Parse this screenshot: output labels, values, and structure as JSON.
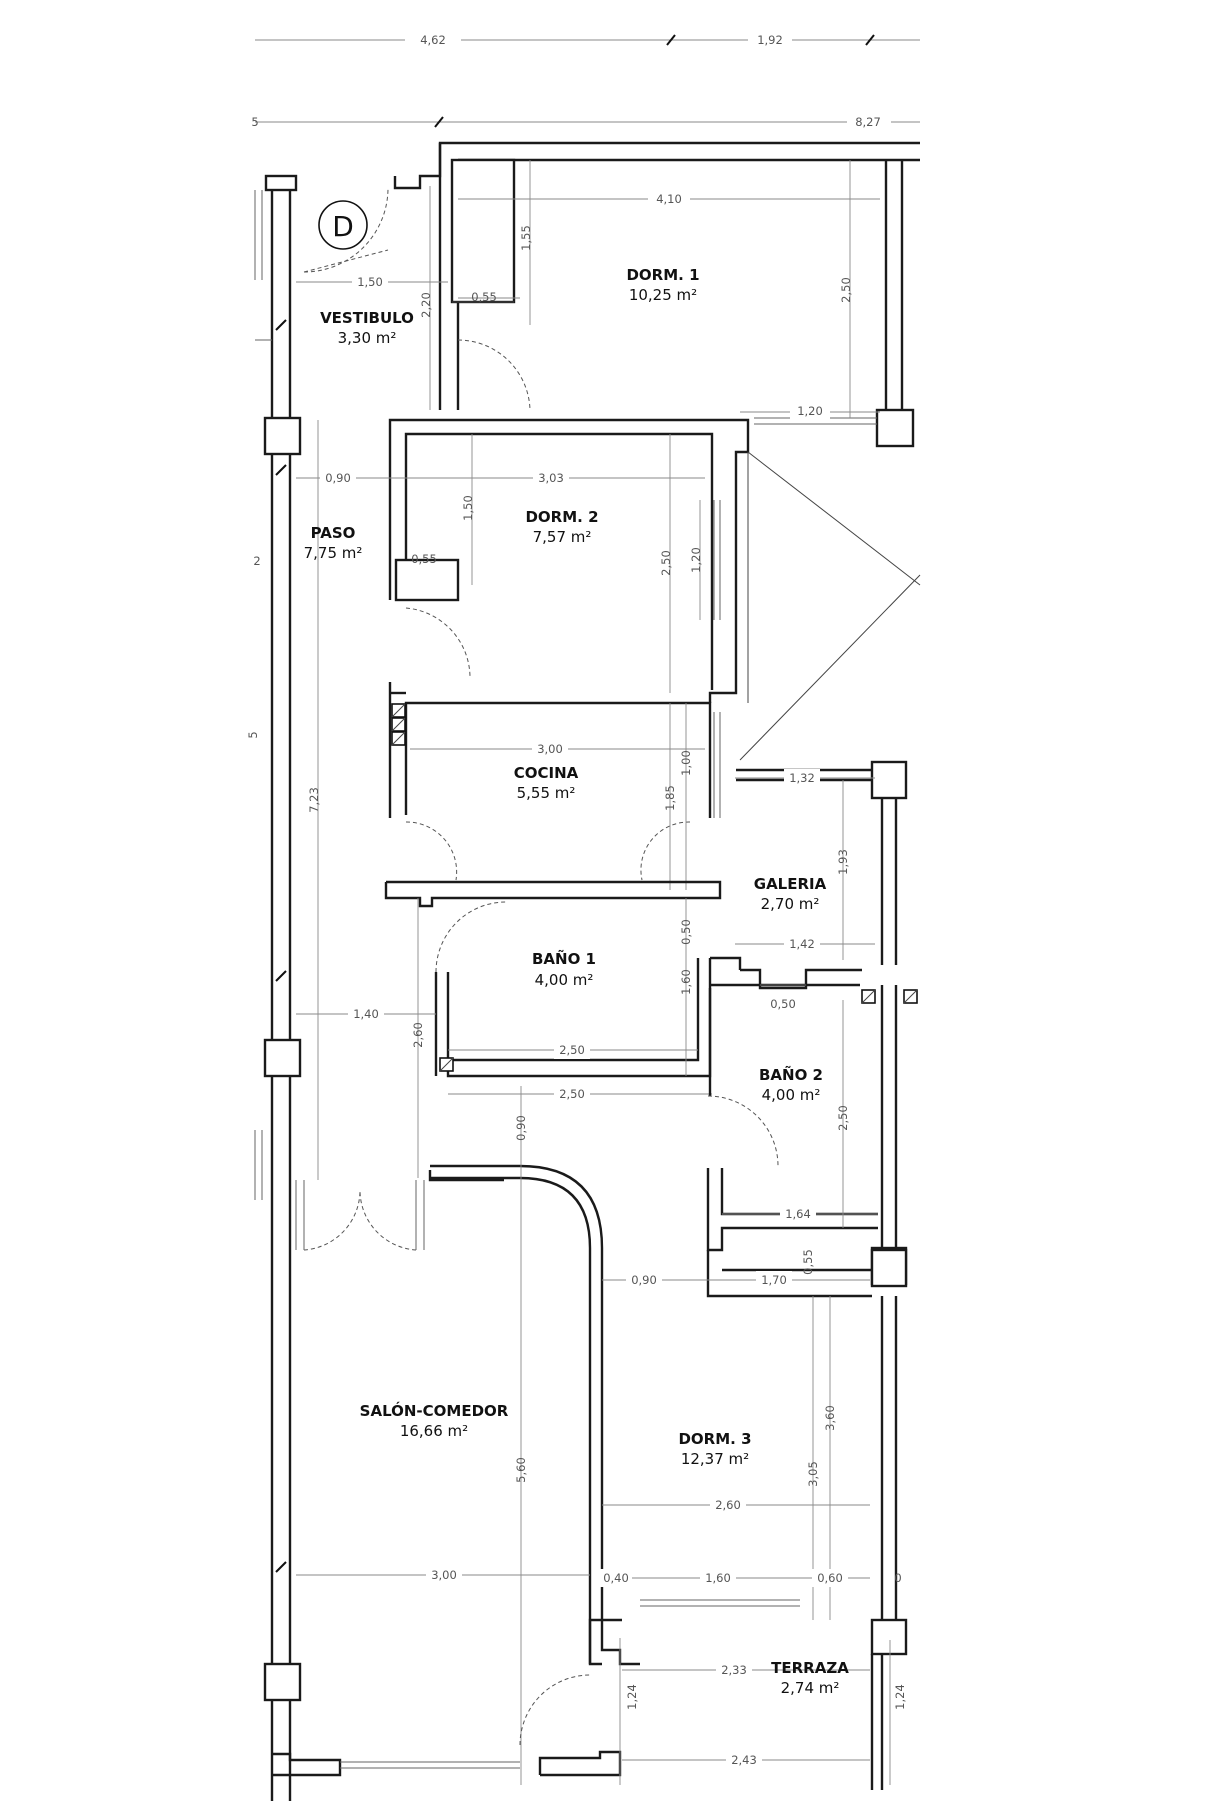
{
  "unit_marker": "D",
  "rooms": [
    {
      "id": "dorm1",
      "name": "DORM. 1",
      "area": "10,25 m²"
    },
    {
      "id": "vestibulo",
      "name": "VESTIBULO",
      "area": "3,30 m²"
    },
    {
      "id": "paso",
      "name": "PASO",
      "area": "7,75 m²"
    },
    {
      "id": "dorm2",
      "name": "DORM. 2",
      "area": "7,57 m²"
    },
    {
      "id": "cocina",
      "name": "COCINA",
      "area": "5,55 m²"
    },
    {
      "id": "galeria",
      "name": "GALERIA",
      "area": "2,70 m²"
    },
    {
      "id": "bano1",
      "name": "BAÑO 1",
      "area": "4,00 m²"
    },
    {
      "id": "bano2",
      "name": "BAÑO 2",
      "area": "4,00 m²"
    },
    {
      "id": "salon",
      "name": "SALÓN-COMEDOR",
      "area": "16,66 m²"
    },
    {
      "id": "dorm3",
      "name": "DORM. 3",
      "area": "12,37 m²"
    },
    {
      "id": "terraza",
      "name": "TERRAZA",
      "area": "2,74 m²"
    }
  ],
  "dimensions": {
    "d_4_62": "4,62",
    "d_1_92": "1,92",
    "d_8_27": "8,27",
    "d_top_5": "5",
    "d_4_10": "4,10",
    "d_1_55": "1,55",
    "d_2_50_dorm1": "2,50",
    "d_1_50_vest": "1,50",
    "d_0_55_closet1": "0,55",
    "d_2_20": "2,20",
    "d_1_20": "1,20",
    "d_0_90_paso": "0,90",
    "d_3_03": "3,03",
    "d_1_50_dorm2": "1,50",
    "d_0_55_closet2": "0,55",
    "d_2_50_dorm2": "2,50",
    "d_1_20_dorm2": "1,20",
    "d_left_2": "2",
    "d_left_5": "5",
    "d_3_00_cocina": "3,00",
    "d_1_00": "1,00",
    "d_1_85": "1,85",
    "d_1_32": "1,32",
    "d_7_23": "7,23",
    "d_1_93": "1,93",
    "d_0_50_a": "0,50",
    "d_1_42": "1,42",
    "d_1_60_bano1": "1,60",
    "d_0_50_b": "0,50",
    "d_1_40": "1,40",
    "d_2_60_bano1": "2,60",
    "d_2_50_bano1": "2,50",
    "d_2_50_below": "2,50",
    "d_2_50_bano2": "2,50",
    "d_0_90_v": "0,90",
    "d_1_64": "1,64",
    "d_0_90_h": "0,90",
    "d_1_70": "1,70",
    "d_0_55_v": "0,55",
    "d_5_60": "5,60",
    "d_3_05": "3,05",
    "d_3_60": "3,60",
    "d_2_60_dorm3": "2,60",
    "d_3_00_salon": "3,00",
    "d_0_40": "0,40",
    "d_1_60_dorm3": "1,60",
    "d_0_60": "0,60",
    "d_0_edge": "0",
    "d_2_33": "2,33",
    "d_1_24_l": "1,24",
    "d_1_24_r": "1,24",
    "d_2_43": "2,43"
  }
}
